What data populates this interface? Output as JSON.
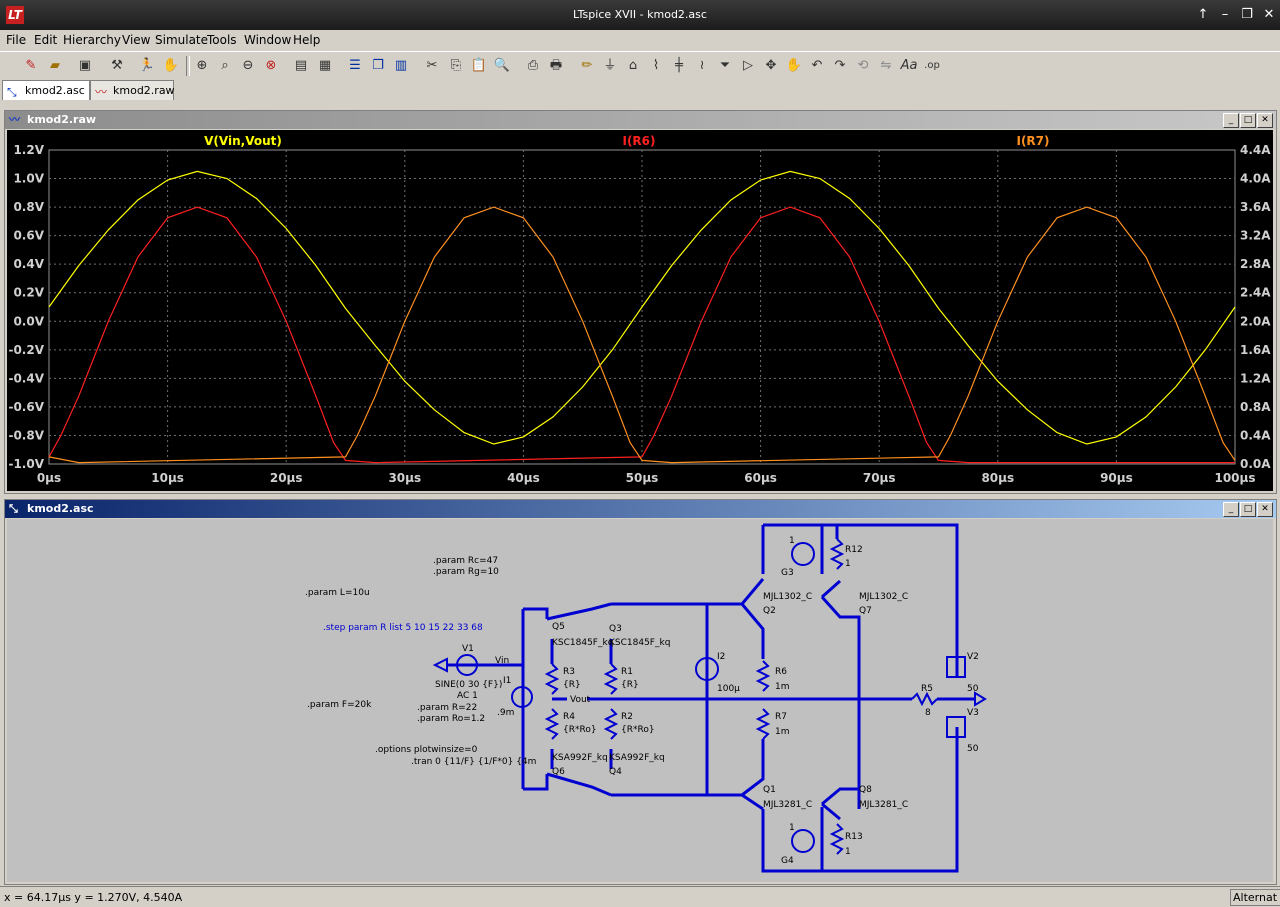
{
  "window": {
    "title": "LTspice XVII - kmod2.asc",
    "logo": "LT"
  },
  "menu": [
    "File",
    "Edit",
    "Hierarchy",
    "View",
    "Simulate",
    "Tools",
    "Window",
    "Help"
  ],
  "toolbar_icons": [
    "new-schematic",
    "open",
    "save",
    "control-panel",
    "run",
    "halt",
    "zoom-in",
    "zoom-pan",
    "zoom-out",
    "zoom-fit",
    "tile-horizontal",
    "tile-vertical",
    "cascade",
    "close-windows",
    "cut",
    "copy",
    "paste",
    "find",
    "print-setup",
    "print",
    "draw-wire",
    "ground",
    "label-net",
    "resistor",
    "capacitor",
    "inductor",
    "diode",
    "component",
    "move",
    "drag",
    "undo",
    "redo",
    "rotate",
    "mirror",
    "text",
    "spice-directive"
  ],
  "tabs": [
    {
      "label": "kmod2.asc",
      "icon": "schematic-icon",
      "active": true
    },
    {
      "label": "kmod2.raw",
      "icon": "waveform-icon",
      "active": false
    }
  ],
  "plot_window": {
    "title": "kmod2.raw"
  },
  "schematic_window": {
    "title": "kmod2.asc"
  },
  "chart_data": {
    "type": "line",
    "xlabel_ticks": [
      "0µs",
      "10µs",
      "20µs",
      "30µs",
      "40µs",
      "50µs",
      "60µs",
      "70µs",
      "80µs",
      "90µs",
      "100µs"
    ],
    "xlim": [
      0,
      100
    ],
    "y_left_ticks": [
      "1.2V",
      "1.0V",
      "0.8V",
      "0.6V",
      "0.4V",
      "0.2V",
      "0.0V",
      "-0.2V",
      "-0.4V",
      "-0.6V",
      "-0.8V",
      "-1.0V"
    ],
    "ylim_left": [
      -1.0,
      1.2
    ],
    "y_right_ticks": [
      "4.4A",
      "4.0A",
      "3.6A",
      "3.2A",
      "2.8A",
      "2.4A",
      "2.0A",
      "1.6A",
      "1.2A",
      "0.8A",
      "0.4A",
      "0.0A"
    ],
    "ylim_right": [
      0,
      4.4
    ],
    "grid": true,
    "series": [
      {
        "name": "V(Vin,Vout)",
        "color": "#ffff00",
        "axis": "left",
        "x": [
          0,
          2.5,
          5,
          7.5,
          10,
          12.5,
          15,
          17.5,
          20,
          22.5,
          25,
          27.5,
          30,
          32.5,
          35,
          37.5,
          40,
          42.5,
          45,
          47.5,
          50,
          52.5,
          55,
          57.5,
          60,
          62.5,
          65,
          67.5,
          70,
          72.5,
          75,
          77.5,
          80,
          82.5,
          85,
          87.5,
          90,
          92.5,
          95,
          97.5,
          100
        ],
        "values": [
          0.1,
          0.39,
          0.64,
          0.85,
          0.99,
          1.05,
          1.0,
          0.86,
          0.65,
          0.39,
          0.09,
          -0.17,
          -0.42,
          -0.62,
          -0.78,
          -0.86,
          -0.81,
          -0.67,
          -0.46,
          -0.2,
          0.1,
          0.39,
          0.64,
          0.85,
          0.99,
          1.05,
          1.0,
          0.86,
          0.65,
          0.39,
          0.09,
          -0.17,
          -0.42,
          -0.62,
          -0.78,
          -0.86,
          -0.81,
          -0.67,
          -0.46,
          -0.2,
          0.1
        ]
      },
      {
        "name": "I(R6)",
        "color": "#ff2020",
        "axis": "right",
        "x": [
          0,
          1,
          2.5,
          5,
          7.5,
          10,
          12.5,
          15,
          17.5,
          20,
          22.5,
          24,
          25,
          27.5,
          50,
          51,
          52.5,
          55,
          57.5,
          60,
          62.5,
          65,
          67.5,
          70,
          72.5,
          74,
          75,
          77.5,
          100
        ],
        "values": [
          0.1,
          0.4,
          0.95,
          2.0,
          2.9,
          3.45,
          3.6,
          3.45,
          2.9,
          2.0,
          0.95,
          0.3,
          0.05,
          0.02,
          0.1,
          0.4,
          0.95,
          2.0,
          2.9,
          3.45,
          3.6,
          3.45,
          2.9,
          2.0,
          0.95,
          0.3,
          0.05,
          0.02,
          0.02
        ]
      },
      {
        "name": "I(R7)",
        "color": "#ff9020",
        "axis": "right",
        "x": [
          0,
          2.5,
          25,
          26,
          27.5,
          30,
          32.5,
          35,
          37.5,
          40,
          42.5,
          45,
          47.5,
          49,
          50,
          52.5,
          75,
          76,
          77.5,
          80,
          82.5,
          85,
          87.5,
          90,
          92.5,
          95,
          97.5,
          99,
          100
        ],
        "values": [
          0.1,
          0.02,
          0.1,
          0.4,
          0.95,
          2.0,
          2.9,
          3.45,
          3.6,
          3.45,
          2.9,
          2.0,
          0.95,
          0.3,
          0.05,
          0.02,
          0.1,
          0.4,
          0.95,
          2.0,
          2.9,
          3.45,
          3.6,
          3.45,
          2.9,
          2.0,
          0.95,
          0.3,
          0.05
        ]
      }
    ]
  },
  "schematic": {
    "directives": {
      "rc": ".param Rc=47",
      "rg": ".param Rg=10",
      "l": ".param L=10u",
      "step": ".step param R list 5 10 15 22 33 68",
      "f": ".param F=20k",
      "r": ".param R=22",
      "ro": ".param Ro=1.2",
      "options": ".options plotwinsize=0",
      "tran": ".tran 0 {11/F} {1/F*0} {4m"
    },
    "labels": {
      "v1": "V1",
      "v1_value": "SINE(0 30 {F})",
      "v1_ac": "AC 1",
      "vin": "Vin",
      "i1": "I1",
      "i1_value": ".9m",
      "vout": "Vout",
      "q5": "Q5",
      "q5_model": "KSC1845F_kq",
      "q3": "Q3",
      "q3_model": "KSC1845F_kq",
      "r3": "R3",
      "r3_value": "{R}",
      "r1": "R1",
      "r1_value": "{R}",
      "r4": "R4",
      "r4_value": "{R*Ro}",
      "r2": "R2",
      "r2_value": "{R*Ro}",
      "q6": "Q6",
      "q6_model": "KSA992F_kq",
      "q4": "Q4",
      "q4_model": "KSA992F_kq",
      "i2": "I2",
      "i2_value": "100µ",
      "q2": "Q2",
      "q2_model": "MJL1302_C",
      "q7": "Q7",
      "q7_model": "MJL1302_C",
      "q1": "Q1",
      "q1_model": "MJL3281_C",
      "q8": "Q8",
      "q8_model": "MJL3281_C",
      "r6": "R6",
      "r6_value": "1m",
      "r7": "R7",
      "r7_value": "1m",
      "r5": "R5",
      "r5_value": "8",
      "r12": "R12",
      "r12_value": "1",
      "r13": "R13",
      "r13_value": "1",
      "g3": "G3",
      "g3_value": "1",
      "g4": "G4",
      "g4_value": "1",
      "v2": "V2",
      "v2_value": "50",
      "v3": "V3",
      "v3_value": "50"
    }
  },
  "status": {
    "coords": "x = 64.17µs    y = 1.270V, 4.540A",
    "mode": "Alternat"
  }
}
